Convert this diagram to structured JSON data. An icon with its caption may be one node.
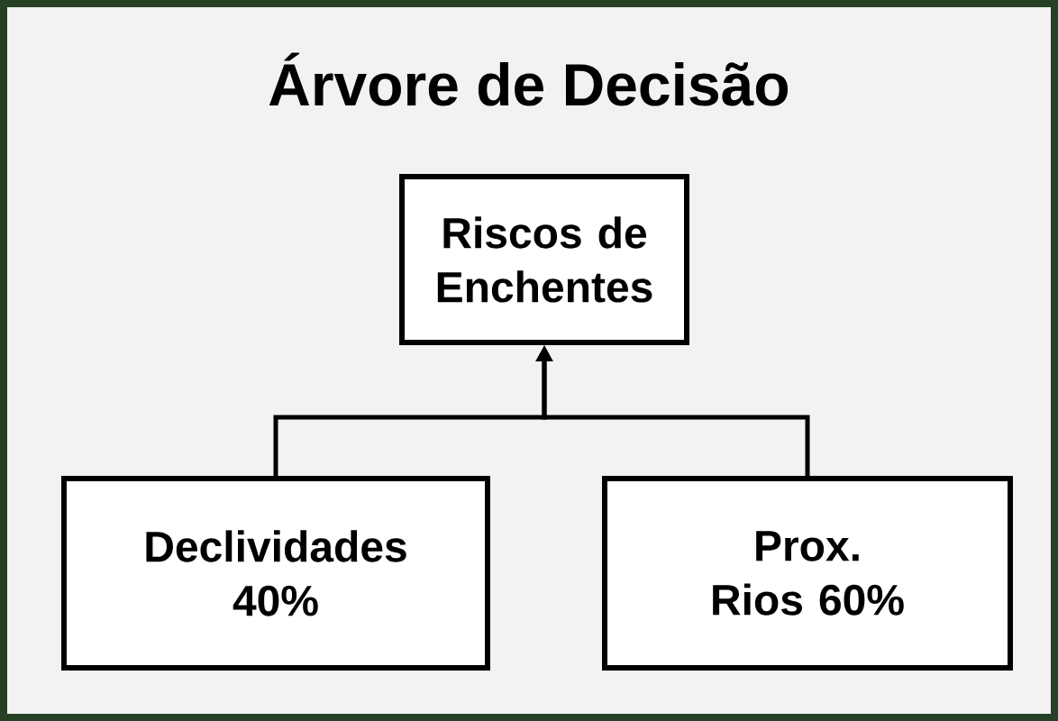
{
  "diagram": {
    "title": "Árvore de Decisão",
    "nodes": [
      {
        "text": [
          "Riscos de Enchentes"
        ]
      },
      {
        "text": [
          "Declividades 40%"
        ]
      },
      {
        "text": [
          "Prox. Rios 60%"
        ]
      }
    ],
    "edges": [
      {
        "from": 1,
        "to": 0,
        "arrow": "to"
      },
      {
        "from": 2,
        "to": 0,
        "arrow": "to"
      }
    ]
  }
}
